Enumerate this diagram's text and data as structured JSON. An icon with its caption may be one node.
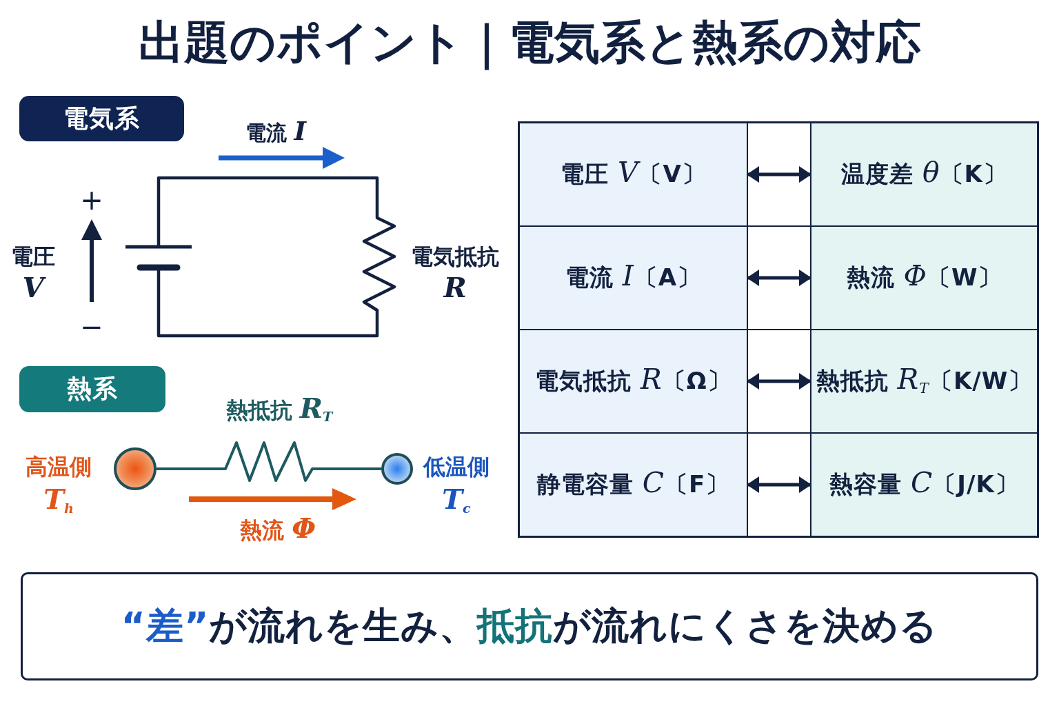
{
  "diagram": {
    "title": "出題のポイント｜電気系と熱系の対応",
    "nodes": [
      {
        "text": [
          "電気系"
        ]
      },
      {
        "text": [
          "熱系"
        ]
      },
      {
        "text": [],
        "shape": "circle",
        "beside": [
          "高温側 *T*$_{h}$"
        ]
      },
      {
        "text": [],
        "shape": "circle",
        "beside": [
          "低温側 *T*$_{c}$"
        ]
      },
      {
        "text": [
          "電圧 *V*〔V〕"
        ]
      },
      {
        "text": [
          "温度差 *θ*〔K〕"
        ]
      },
      {
        "text": [
          "電流 *I*〔A〕"
        ]
      },
      {
        "text": [
          "熱流 *Φ*〔W〕"
        ]
      },
      {
        "text": [
          "電気抵抗 *R*〔Ω〕"
        ]
      },
      {
        "text": [
          "熱抵抗 *R*$_{T}$〔K/W〕"
        ]
      },
      {
        "text": [
          "静電容量 *C*〔F〕"
        ]
      },
      {
        "text": [
          "熱容量 *C*〔J/K〕"
        ]
      },
      {
        "text": [
          "**“差”**が流れを生み、**抵抗**が流れにくさを決める"
        ]
      }
    ],
    "edges": [
      {
        "from": 2,
        "to": 3,
        "arrow": "none",
        "label": "熱抵抗 *R*$_{T}$",
        "color": "#1d5b60"
      },
      {
        "from": 4,
        "to": 5,
        "arrow": "both"
      },
      {
        "from": 6,
        "to": 7,
        "arrow": "both"
      },
      {
        "from": 8,
        "to": 9,
        "arrow": "both"
      },
      {
        "from": 10,
        "to": 11,
        "arrow": "both"
      }
    ],
    "labels": [
      "電流 *I*",
      "+",
      "電圧 *V*",
      "−",
      "電気抵抗 *R*",
      "熱流 *Φ*"
    ]
  }
}
